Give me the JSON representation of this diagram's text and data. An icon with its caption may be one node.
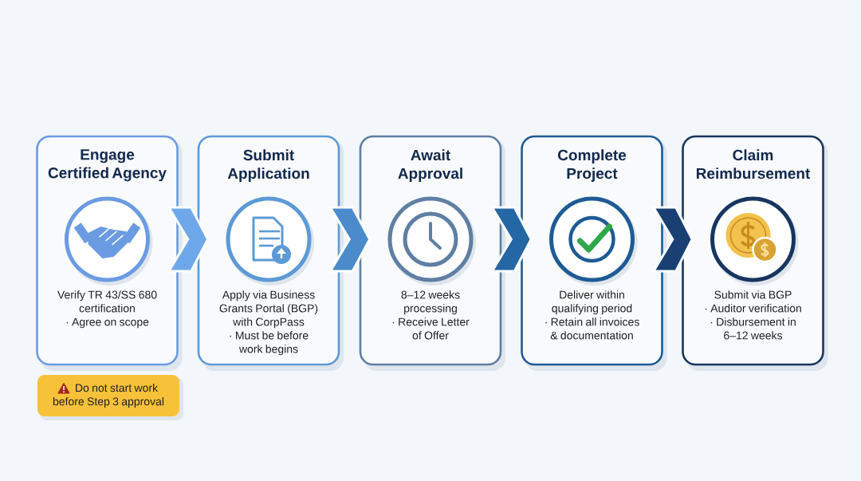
{
  "diagram": {
    "nodes": [
      {
        "text": [
          "Engage Certified Agency",
          "Verify TR 43/SS 680 certification",
          "· Agree on scope"
        ]
      },
      {
        "text": [
          "Submit Application",
          "Apply via Business Grants Portal (BGP) with CorpPass",
          "· Must be before work begins"
        ]
      },
      {
        "text": [
          "Await Approval",
          "8–12 weeks processing",
          "· Receive Letter of Offer"
        ]
      },
      {
        "text": [
          "Complete Project",
          "Deliver within qualifying period",
          "· Retain all invoices & documentation"
        ]
      },
      {
        "text": [
          "Claim Reimbursement",
          "Submit via BGP",
          "· Auditor verification",
          "· Disbursement in 6–12 weeks"
        ]
      },
      {
        "text": [
          "Do not start work before Step 3 approval"
        ]
      }
    ],
    "edges": [
      {
        "from": 0,
        "to": 1,
        "arrow": "to"
      },
      {
        "from": 1,
        "to": 2,
        "arrow": "to"
      },
      {
        "from": 2,
        "to": 3,
        "arrow": "to"
      },
      {
        "from": 3,
        "to": 4,
        "arrow": "to"
      }
    ]
  }
}
